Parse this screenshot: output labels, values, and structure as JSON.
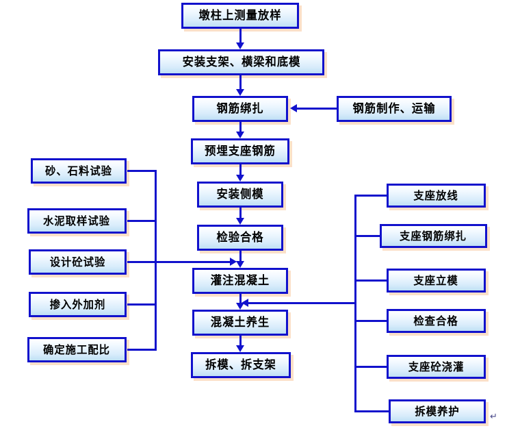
{
  "diagram": {
    "title": "",
    "colors": {
      "border": "#1111cc",
      "fill_top": "#ffffff",
      "fill_bottom": "#bfe0f5",
      "shadow": "#fbe0c8",
      "connector": "#1111cc",
      "background": "#ffffff"
    },
    "main_flow": [
      {
        "id": "m1",
        "label": "墩柱上测量放样"
      },
      {
        "id": "m2",
        "label": "安装支架、横梁和底模"
      },
      {
        "id": "m3",
        "label": "钢筋绑扎"
      },
      {
        "id": "m4",
        "label": "预埋支座钢筋"
      },
      {
        "id": "m5",
        "label": "安装侧模"
      },
      {
        "id": "m6",
        "label": "检验合格"
      },
      {
        "id": "m7",
        "label": "灌注混凝土"
      },
      {
        "id": "m8",
        "label": "混凝土养生"
      },
      {
        "id": "m9",
        "label": "拆模、拆支架"
      }
    ],
    "side_input": {
      "id": "s1",
      "label": "钢筋制作、运输"
    },
    "left_branch": [
      {
        "id": "l1",
        "label": "砂、石料试验"
      },
      {
        "id": "l2",
        "label": "水泥取样试验"
      },
      {
        "id": "l3",
        "label": "设计砼试验"
      },
      {
        "id": "l4",
        "label": "掺入外加剂"
      },
      {
        "id": "l5",
        "label": "确定施工配比"
      }
    ],
    "right_branch": [
      {
        "id": "r1",
        "label": "支座放线"
      },
      {
        "id": "r2",
        "label": "支座钢筋绑扎"
      },
      {
        "id": "r3",
        "label": "支座立模"
      },
      {
        "id": "r4",
        "label": "检查合格"
      },
      {
        "id": "r5",
        "label": "支座砼浇灌"
      },
      {
        "id": "r6",
        "label": "拆模养护"
      }
    ],
    "end_mark": "↵"
  }
}
